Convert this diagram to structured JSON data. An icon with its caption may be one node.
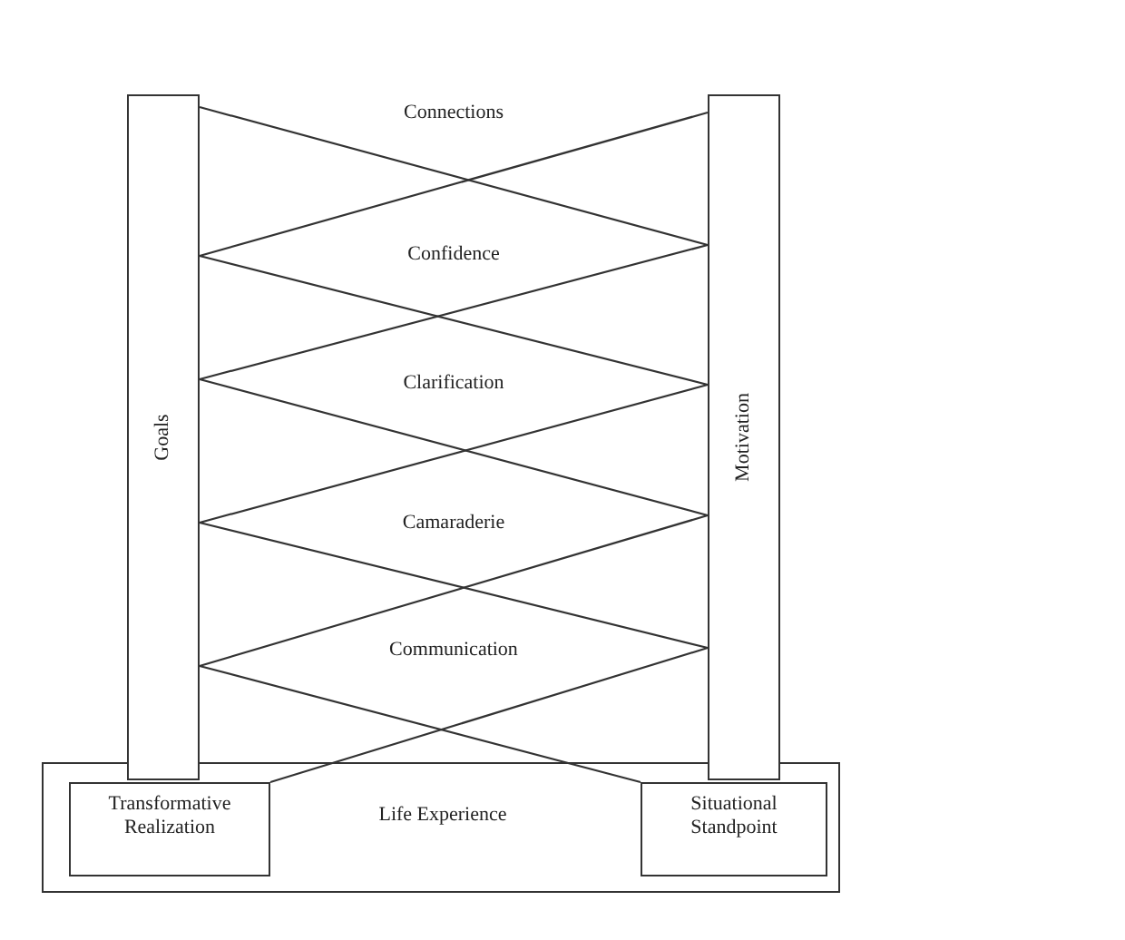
{
  "diagram": {
    "nodes": [
      {
        "text": [
          "Life Experience"
        ]
      },
      {
        "text": [
          "Goals"
        ]
      },
      {
        "text": [
          "Motivation"
        ]
      },
      {
        "text": [
          "Transformative Realization"
        ],
        "in": 0
      },
      {
        "text": [
          "Situational Standpoint"
        ],
        "in": 0
      }
    ],
    "edges": [
      {
        "from": 1,
        "to": 2,
        "arrow": "none"
      },
      {
        "from": 1,
        "to": 2,
        "arrow": "none"
      },
      {
        "from": 1,
        "to": 2,
        "arrow": "none"
      },
      {
        "from": 1,
        "to": 2,
        "arrow": "none"
      },
      {
        "from": 1,
        "to": 2,
        "arrow": "none"
      },
      {
        "from": 1,
        "to": 2,
        "arrow": "none"
      },
      {
        "from": 1,
        "to": 2,
        "arrow": "none"
      },
      {
        "from": 1,
        "to": 2,
        "arrow": "none"
      },
      {
        "from": 1,
        "to": 4,
        "arrow": "none"
      },
      {
        "from": 3,
        "to": 2,
        "arrow": "none"
      }
    ],
    "labels": [
      "Connections",
      "Confidence",
      "Clarification",
      "Camaraderie",
      "Communication"
    ]
  }
}
